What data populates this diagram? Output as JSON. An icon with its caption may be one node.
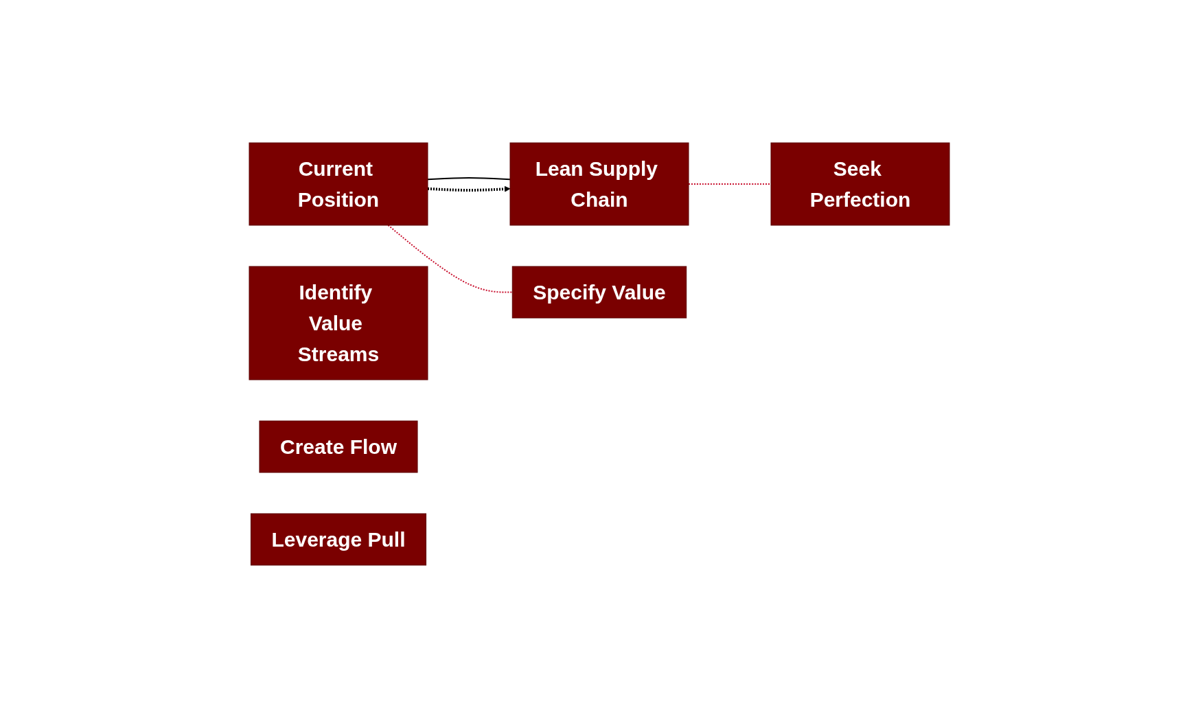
{
  "diagram": {
    "nodes": [
      {
        "text": [
          "Current Position"
        ]
      },
      {
        "text": [
          "Lean Supply Chain"
        ]
      },
      {
        "text": [
          "Specify Value"
        ]
      },
      {
        "text": [
          "Identify Value Streams"
        ]
      },
      {
        "text": [
          "Create Flow"
        ]
      },
      {
        "text": [
          "Leverage Pull"
        ]
      },
      {
        "text": [
          "Seek Perfection"
        ]
      }
    ],
    "edges": [
      {
        "from": 0,
        "to": 1,
        "arrow": "none"
      },
      {
        "from": 0,
        "to": 1,
        "arrow": "to",
        "style": "dashed"
      },
      {
        "from": 0,
        "to": 2,
        "arrow": "none",
        "style": "dashed",
        "color": "#c8102e"
      },
      {
        "from": 1,
        "to": 6,
        "arrow": "none",
        "style": "dashed",
        "color": "#c8102e"
      }
    ]
  }
}
